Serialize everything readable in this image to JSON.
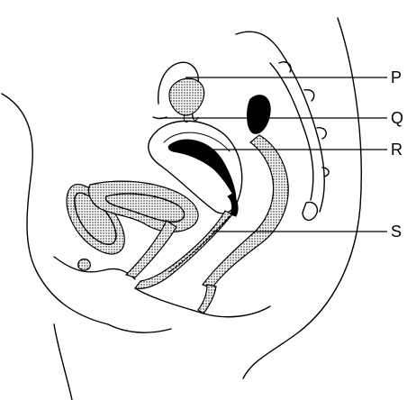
{
  "labels": {
    "p": "P",
    "q": "Q",
    "r": "R",
    "s": "S"
  }
}
